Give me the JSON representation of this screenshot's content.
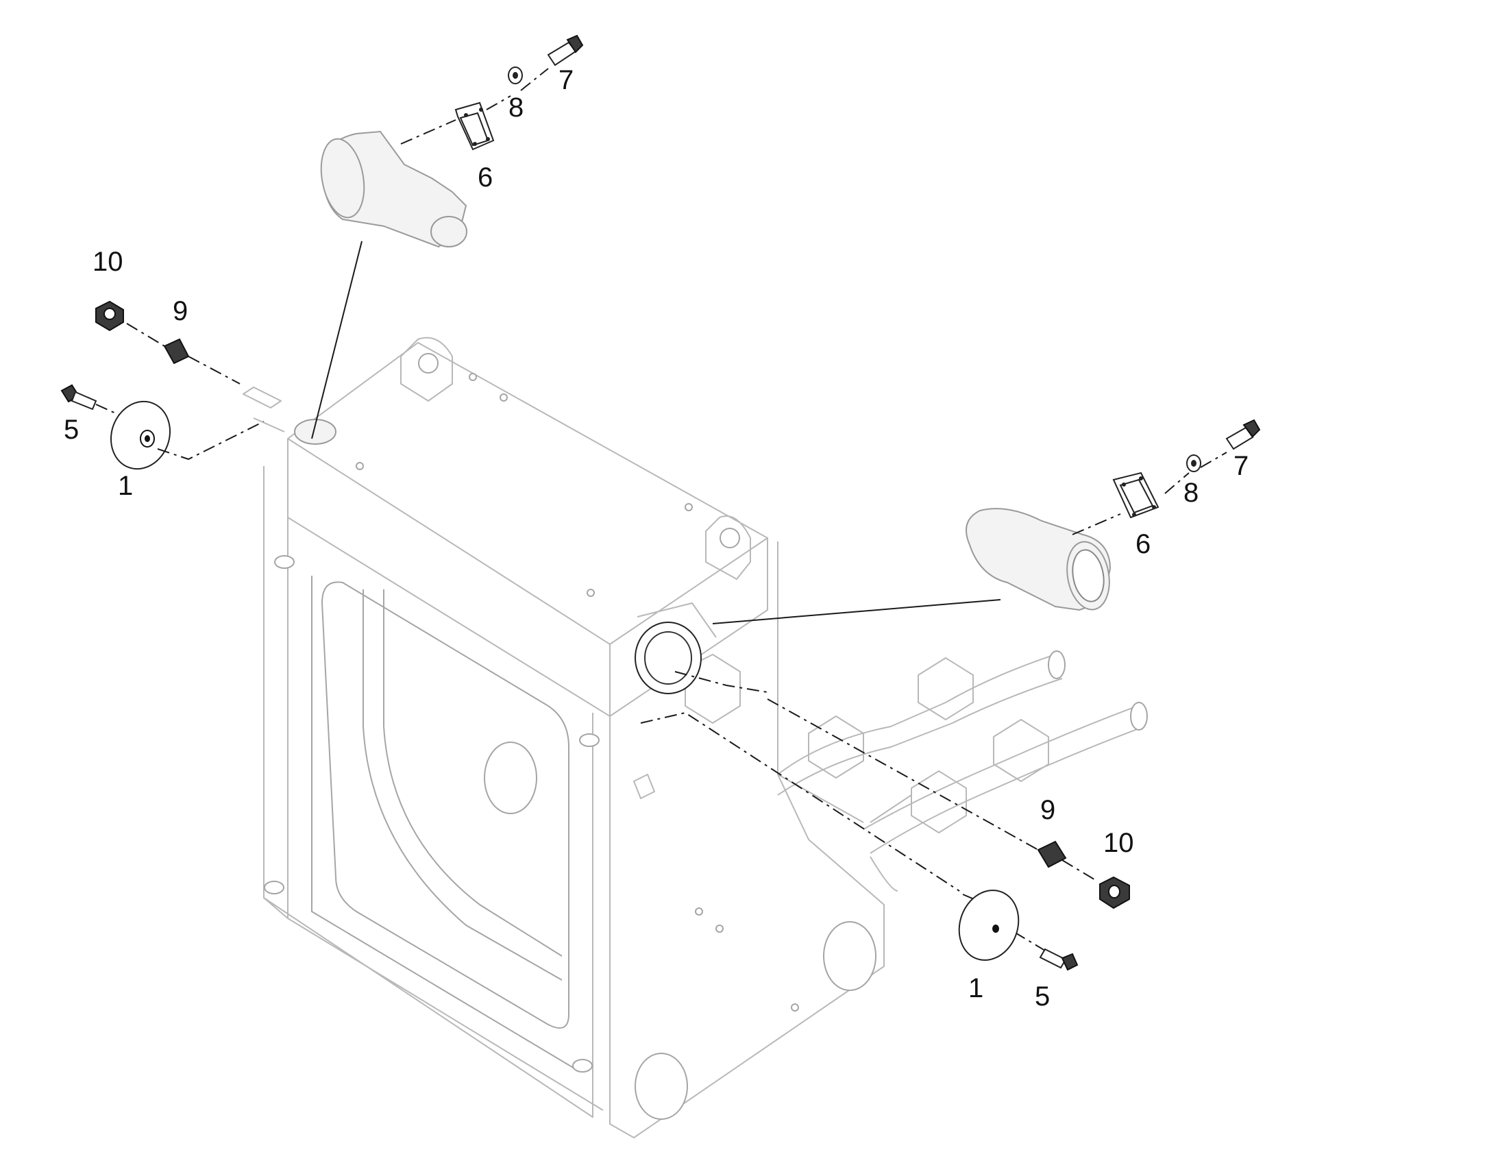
{
  "callouts": {
    "left_10": "10",
    "left_9": "9",
    "left_5": "5",
    "left_1": "1",
    "top_7": "7",
    "top_8": "8",
    "top_6": "6",
    "right_7": "7",
    "right_8": "8",
    "right_6": "6",
    "right_9": "9",
    "right_10": "10",
    "right_1": "1",
    "right_5": "5"
  }
}
